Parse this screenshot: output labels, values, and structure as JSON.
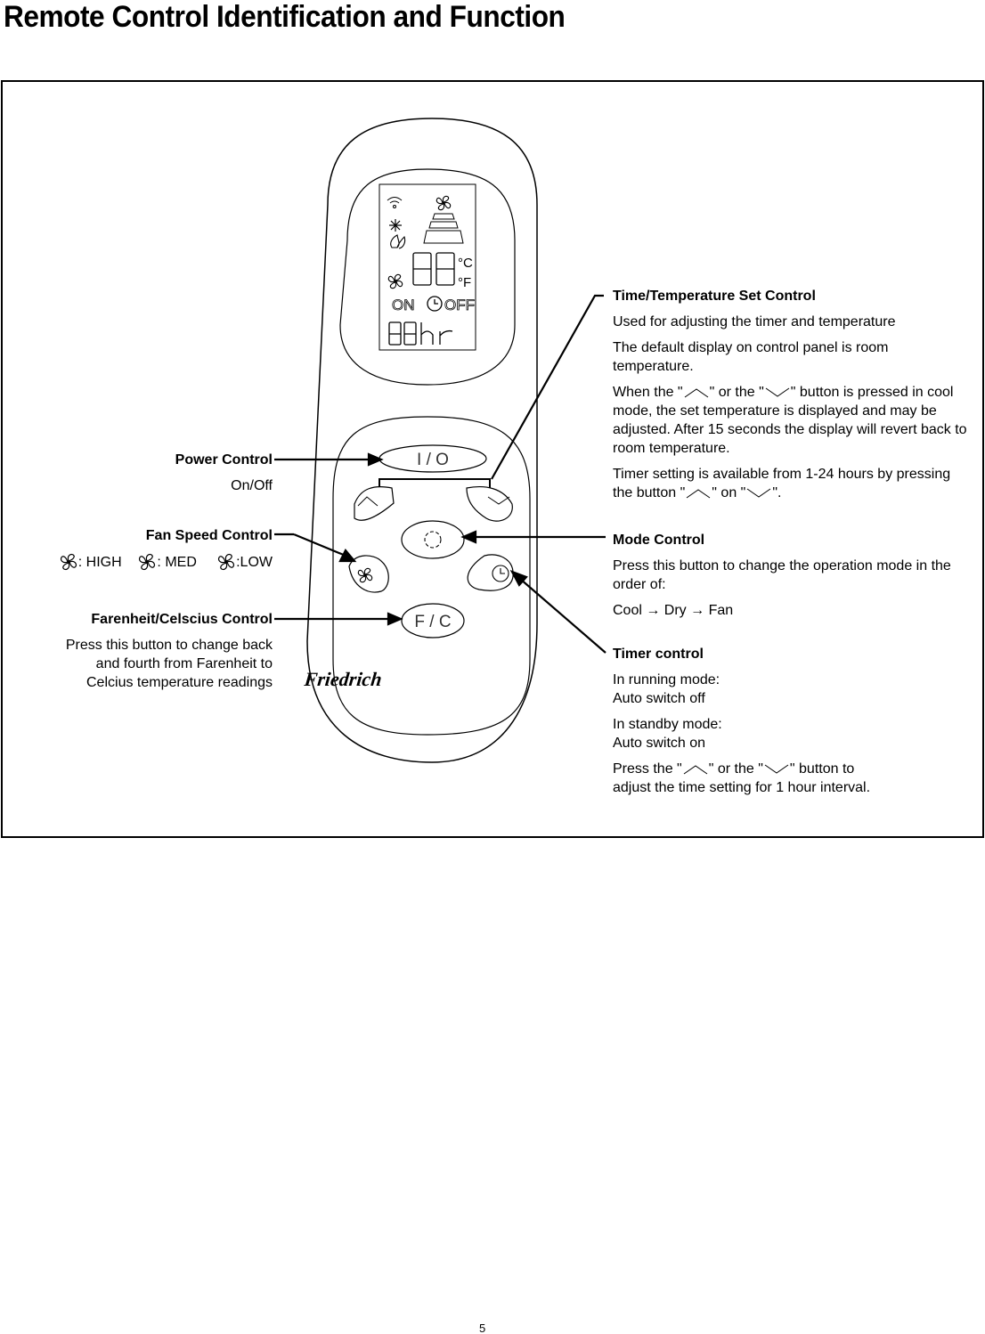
{
  "title": "Remote Control Identification and Function",
  "remote": {
    "power_button": "I / O",
    "fc_button": "F / C",
    "brand": "Friedrich",
    "display": {
      "digits": "88",
      "celsius": "°C",
      "fahrenheit": "°F",
      "on": "ON",
      "off": "OFF",
      "hours": "88hr"
    }
  },
  "callouts": {
    "time_temp": {
      "heading": "Time/Temperature Set Control",
      "line1": "Used for adjusting the timer and temperature",
      "line2": "The default display on control panel is room temperature.",
      "line3_a": "When the \"",
      "line3_b": "\" or the \"",
      "line3_c": "\" button is pressed in cool mode, the set temperature is displayed and may be adjusted. After 15 seconds the display will revert back to room temperature.",
      "line4_a": "Timer setting is available from 1-24 hours by pressing the button \"",
      "line4_b": "\" on \"",
      "line4_c": "\"."
    },
    "mode": {
      "heading": "Mode Control",
      "line1": "Press this button to change the operation mode in the order of:",
      "line2": "Cool → Dry → Fan"
    },
    "timer": {
      "heading": "Timer control",
      "line1a": "In running mode:",
      "line1b": "Auto switch off",
      "line2a": "In standby mode:",
      "line2b": "Auto switch on",
      "line3_a": "Press the \"",
      "line3_b": "\" or the \"",
      "line3_c": "\" button to",
      "line3_d": "adjust the time setting for 1 hour interval."
    },
    "power": {
      "heading": "Power Control",
      "line1": "On/Off"
    },
    "fan": {
      "heading": "Fan Speed Control",
      "high": ": HIGH",
      "med": ": MED",
      "low": ":LOW"
    },
    "fc": {
      "heading": "Farenheit/Celscius Control",
      "line1": "Press this button to change back",
      "line2": "and fourth from Farenheit to",
      "line3": "Celcius temperature readings"
    }
  },
  "page_number": "5"
}
